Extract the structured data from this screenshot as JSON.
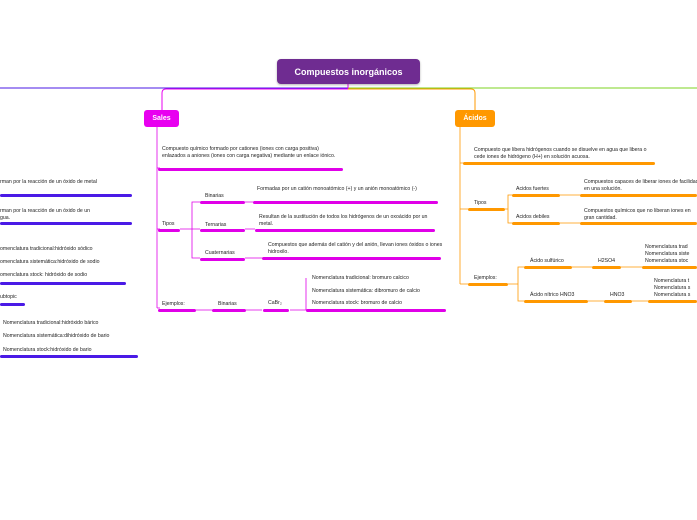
{
  "root": {
    "title": "Compuestos inorgánicos"
  },
  "colors": {
    "root": "#6f2c91",
    "sales": "#e800f0",
    "acidos": "#ff9800",
    "left_branch": "#4a1ae6",
    "right_line": "#7ed321"
  },
  "sales": {
    "title": "Sales",
    "definition": "Compuesto químico formado por cationes (iones con carga positiva) enlazados a aniones (iones con carga negativa) mediante un enlace iónico.",
    "tipos_label": "Tipos",
    "tipos": [
      {
        "name": "Binarias",
        "desc": "Formadas por un catión monoatómico (+) y un anión monoatómico (-)"
      },
      {
        "name": "Ternarias",
        "desc": "Resultan de la sustitución de todos los hidrógenos de un oxoácido por un metal."
      },
      {
        "name": "Cuaternarias",
        "desc": "Compuestos que además del catión y del anión, llevan iones óxidos o iones hidroxilo."
      }
    ],
    "ejemplos_label": "Ejemplos:",
    "ejemplo_tipo": "Binarias",
    "ejemplo_formula": "CaBr₂",
    "nomenclaturas": [
      "Nomenclatura tradicional: bromuro calcico",
      "Nomenclatura sistemática: dibromuro de calcio",
      "Nomenclatura stock: bromuro de calcio"
    ]
  },
  "left": {
    "items": [
      "rman por la reacción de un óxido de metal",
      "rman por la reacción de un óxido de un",
      "gua.",
      "omenclatura tradicional:hidróxido sódico",
      "omenclatura sistemática:hidróxido de sodio",
      "omenclatura stock: hidróxido de sodio",
      "ubtopic",
      "Nomenclatura tradicional:hidróxido bárico",
      "Nomenclatura sistemática:dihidróxido de bario",
      "Nomenclatura stock:hidróxido de bario"
    ]
  },
  "acidos": {
    "title": "Ácidos",
    "definition": "Compuesto que libera hidrógenos cuando se disuelve en agua que libera o cede iones de hidrógeno (H+) en solución acuosa.",
    "tipos_label": "Tipos",
    "tipos": [
      {
        "name": "Acidos fuertes",
        "desc": "Compuestos capaces de liberar iones de facilidad en una solución."
      },
      {
        "name": "Acidos debiles",
        "desc": "Compuestos químicos que no liberan iones en gran cantidad."
      }
    ],
    "ejemplos_label": "Ejemplos:",
    "ejemplos": [
      {
        "name": "Ácido sulfúrico",
        "formula": "H2SO4",
        "noms": [
          "Nomenclatura trad",
          "Nomenclatura siste",
          "Nomenclatura stoc"
        ]
      },
      {
        "name": "Ácido nítrico HNO3",
        "formula": "HNO3",
        "noms": [
          "Nomenclatura t",
          "Nomenclatura s",
          "Nomenclatura s"
        ]
      }
    ]
  }
}
